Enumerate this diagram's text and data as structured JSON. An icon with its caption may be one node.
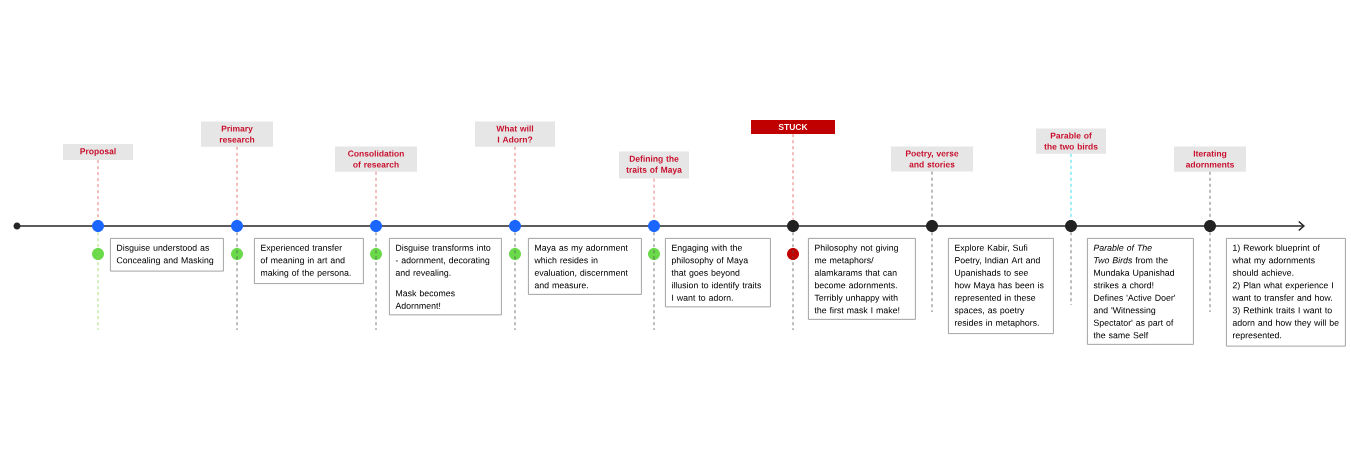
{
  "diagram": {
    "nodes": [
      {
        "text": [
          "Proposal"
        ]
      },
      {
        "text": [
          "Primary research"
        ]
      },
      {
        "text": [
          "Consolidation of research"
        ]
      },
      {
        "text": [
          "What will I Adorn?"
        ]
      },
      {
        "text": [
          "Defining the traits of Maya"
        ]
      },
      {
        "text": [
          "STUCK"
        ]
      },
      {
        "text": [
          "Poetry, verse and stories"
        ]
      },
      {
        "text": [
          "Parable of the two birds"
        ]
      },
      {
        "text": [
          "Iterating adornments"
        ]
      },
      {
        "text": [],
        "shape": "circle"
      },
      {
        "text": [],
        "shape": "circle"
      },
      {
        "text": [],
        "shape": "circle"
      },
      {
        "text": [],
        "shape": "circle"
      },
      {
        "text": [],
        "shape": "circle"
      },
      {
        "text": [],
        "shape": "circle"
      },
      {
        "text": [],
        "shape": "circle"
      },
      {
        "text": [],
        "shape": "circle"
      },
      {
        "text": [],
        "shape": "circle"
      },
      {
        "text": [
          "Disguise understood as Concealing and Masking"
        ]
      },
      {
        "text": [
          "Experienced transfer of meaning in art and making of the persona."
        ]
      },
      {
        "text": [
          "Disguise transforms into - adornment, decorating and revealing.",
          "Mask becomes Adornment!"
        ]
      },
      {
        "text": [
          "Maya as my adornment which resides in evaluation, discernment and measure."
        ]
      },
      {
        "text": [
          "Engaging with the philosophy of Maya that goes beyond illusion to identify traits I want to adorn."
        ]
      },
      {
        "text": [
          "Philosophy not giving me metaphors/ alamkarams that can become adornments. Terribly unhappy with the first mask I make!"
        ]
      },
      {
        "text": [
          "Explore Kabir, Sufi Poetry, Indian Art and Upanishads to see how Maya has been is represented in these spaces, as poetry resides in metaphors."
        ]
      },
      {
        "text": [
          "*Parable of The Two Birds* from the Mundaka Upanishad strikes a chord! Defines 'Active Doer' and 'Witnessing Spectator' as part of the same Self"
        ]
      },
      {
        "text": [
          "1) Rework blueprint of what my adornments should achieve.",
          "2) Plan what experience I want to transfer and how.",
          "3) Rethink traits I want to adorn and how they will be represented."
        ]
      }
    ],
    "edges": [
      {
        "from": 0,
        "to": 9,
        "arrow": "none",
        "style": "dashed",
        "color": "#e05a5a"
      },
      {
        "from": 1,
        "to": 10,
        "arrow": "none",
        "style": "dashed",
        "color": "#e05a5a"
      },
      {
        "from": 2,
        "to": 11,
        "arrow": "none",
        "style": "dashed",
        "color": "#e05a5a"
      },
      {
        "from": 3,
        "to": 12,
        "arrow": "none",
        "style": "dashed",
        "color": "#e05a5a"
      },
      {
        "from": 4,
        "to": 13,
        "arrow": "none",
        "style": "dashed",
        "color": "#e05a5a"
      },
      {
        "from": 5,
        "to": 14,
        "arrow": "none",
        "style": "dashed",
        "color": "#e05a5a"
      },
      {
        "from": 6,
        "to": 15,
        "arrow": "none",
        "style": "dashed",
        "color": "#555555"
      },
      {
        "from": 7,
        "to": 16,
        "arrow": "none",
        "style": "dashed",
        "color": "#00d8e8"
      },
      {
        "from": 8,
        "to": 17,
        "arrow": "none",
        "style": "dashed",
        "color": "#555555"
      },
      {
        "from": 9,
        "to": null,
        "arrow": "none",
        "style": "dashed",
        "color": "#8fd65a"
      },
      {
        "from": 10,
        "to": null,
        "arrow": "none",
        "style": "dashed"
      },
      {
        "from": 11,
        "to": null,
        "arrow": "none",
        "style": "dashed"
      },
      {
        "from": 12,
        "to": null,
        "arrow": "none",
        "style": "dashed"
      },
      {
        "from": 13,
        "to": null,
        "arrow": "none",
        "style": "dashed"
      },
      {
        "from": 14,
        "to": null,
        "arrow": "none",
        "style": "dashed"
      },
      {
        "from": 15,
        "to": null,
        "arrow": "none",
        "style": "dashed"
      },
      {
        "from": 16,
        "to": null,
        "arrow": "none",
        "style": "dashed"
      },
      {
        "from": 17,
        "to": null,
        "arrow": "none",
        "style": "dashed"
      }
    ]
  }
}
